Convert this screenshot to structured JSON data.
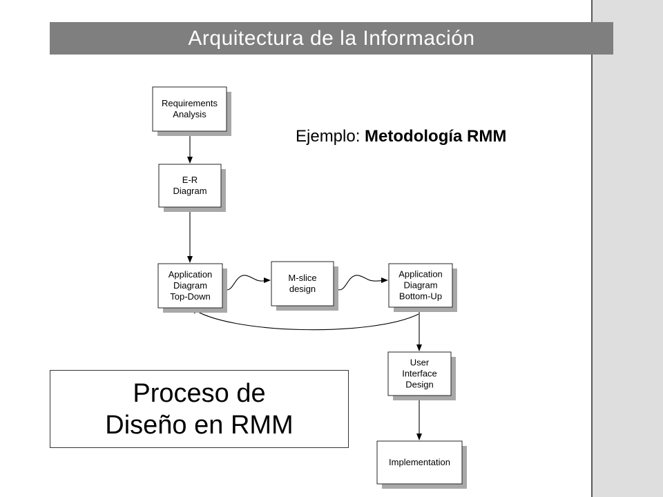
{
  "header": {
    "title": "Arquitectura de la Información"
  },
  "subtitle": {
    "prefix": "Ejemplo: ",
    "emphasis": "Metodología RMM"
  },
  "caption": {
    "line1": "Proceso de",
    "line2": "Diseño en RMM"
  },
  "nodes": [
    {
      "id": "requirements",
      "lines": [
        "Requirements",
        "Analysis"
      ]
    },
    {
      "id": "er",
      "lines": [
        "E-R",
        "Diagram"
      ]
    },
    {
      "id": "app-top-down",
      "lines": [
        "Application",
        "Diagram",
        "Top-Down"
      ]
    },
    {
      "id": "mslice",
      "lines": [
        "M-slice",
        "design"
      ]
    },
    {
      "id": "app-bottom-up",
      "lines": [
        "Application",
        "Diagram",
        "Bottom-Up"
      ]
    },
    {
      "id": "ui-design",
      "lines": [
        "User",
        "Interface",
        "Design"
      ]
    },
    {
      "id": "implementation",
      "lines": [
        "Implementation"
      ]
    }
  ],
  "colors": {
    "title_bar": "#7f7f7f",
    "sidebar": "#dedede",
    "shadow": "#a8a8a8"
  }
}
